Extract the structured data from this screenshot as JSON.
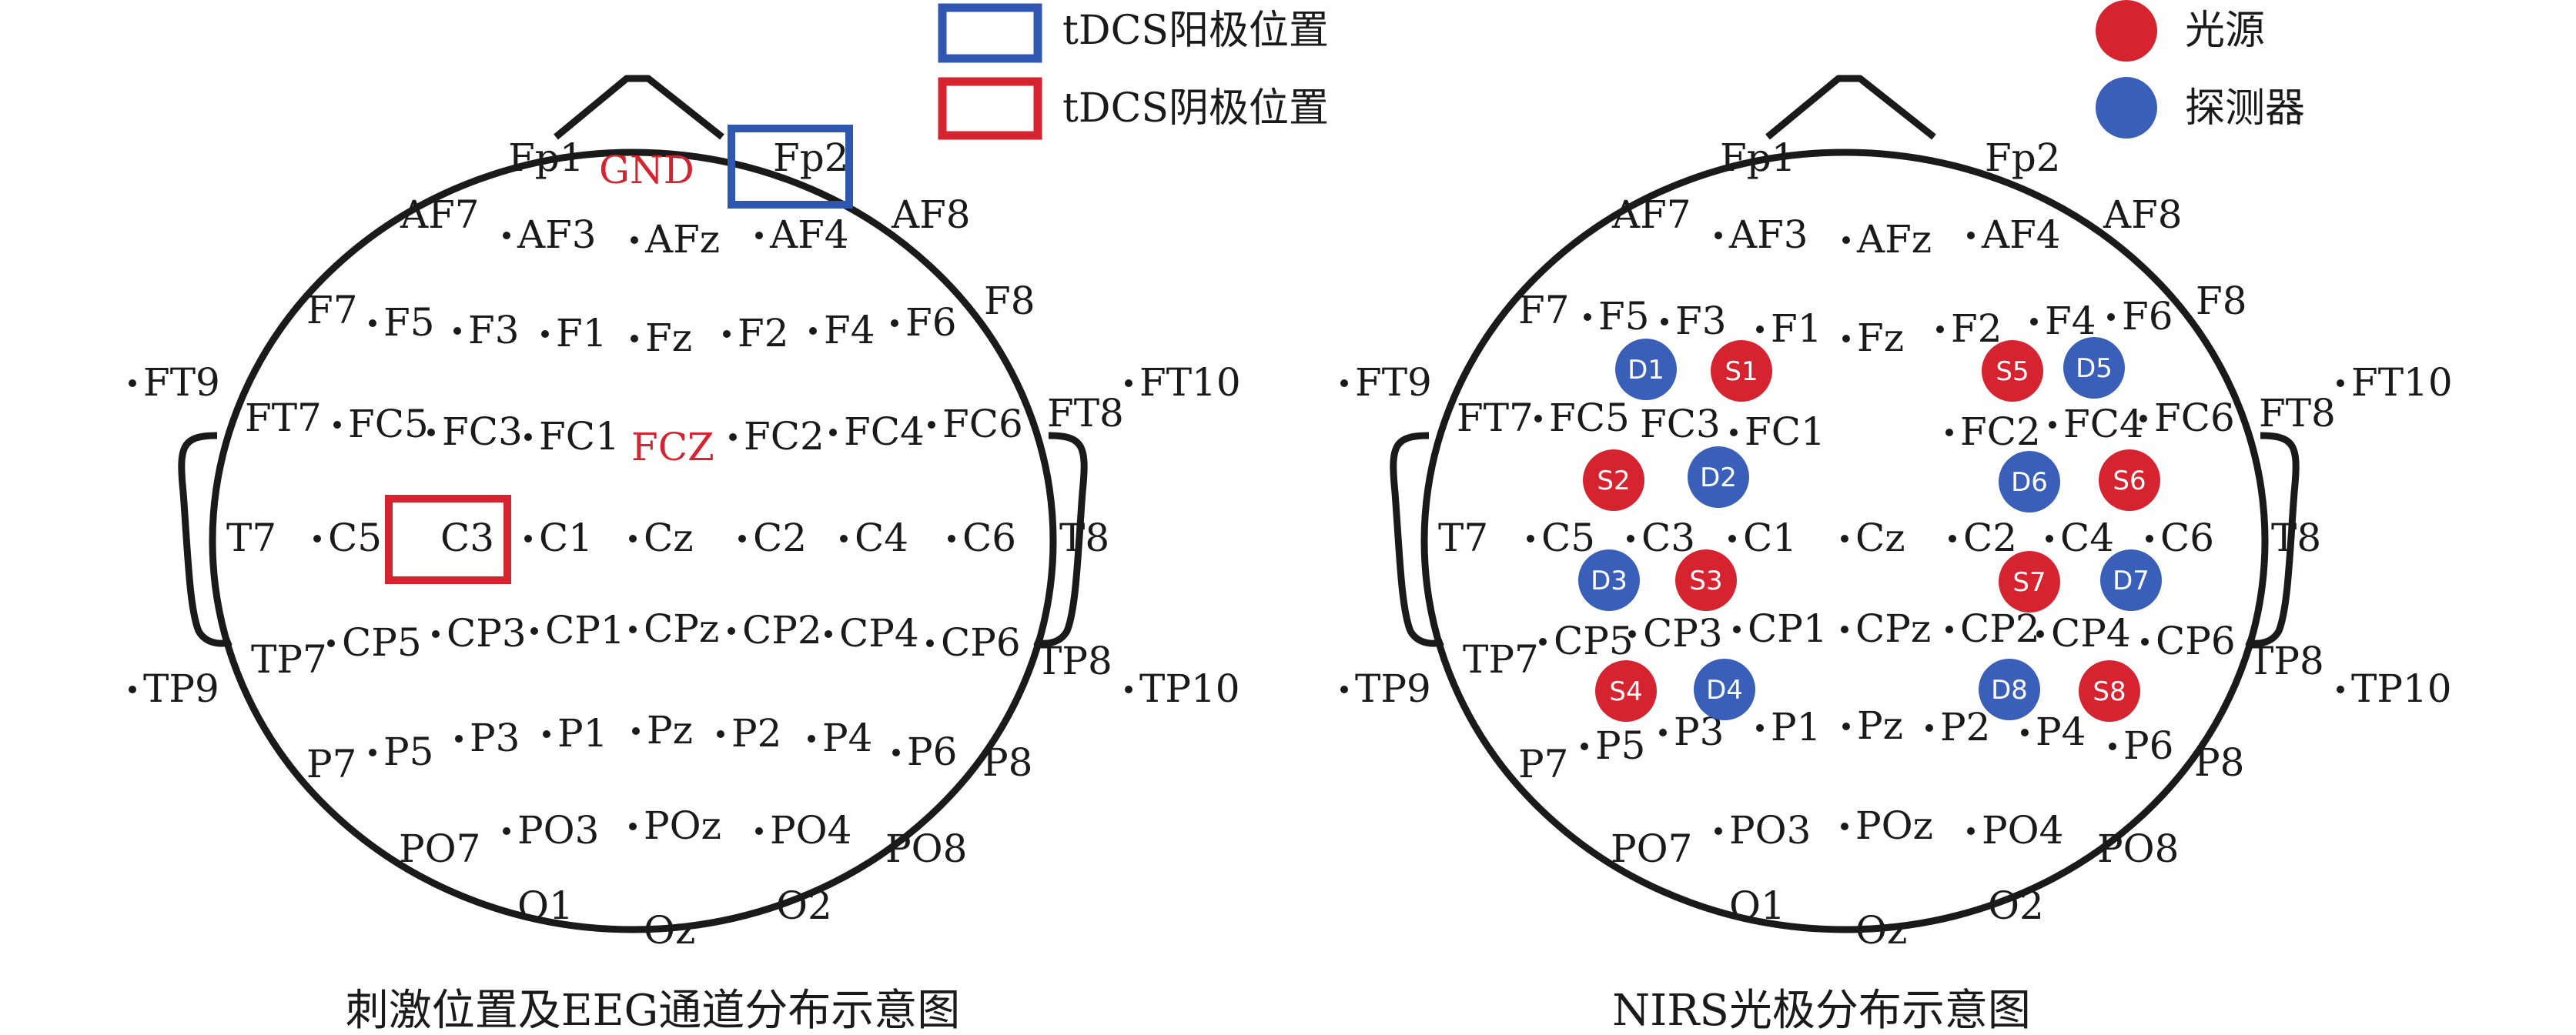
{
  "colors": {
    "outline": "#1a1a1a",
    "anode_box": "#2f56b0",
    "cathode_box": "#d62330",
    "source": "#d62330",
    "detector": "#3a5fb8",
    "ground_label": "#d62330"
  },
  "left_panel": {
    "caption": "刺激位置及EEG通道分布示意图",
    "legend": {
      "anode_label": "tDCS阳极位置",
      "cathode_label": "tDCS阴极位置"
    },
    "gnd_label": "GND",
    "ref_label": "FCZ",
    "anode_channel": "Fp2",
    "cathode_channel": "C3",
    "electrodes": [
      "Fp1",
      "Fp2",
      "AF7",
      "AF3",
      "AFz",
      "AF4",
      "AF8",
      "F7",
      "F5",
      "F3",
      "F1",
      "Fz",
      "F2",
      "F4",
      "F6",
      "F8",
      "FT9",
      "FT7",
      "FC5",
      "FC3",
      "FC1",
      "FC2",
      "FC4",
      "FC6",
      "FT8",
      "FT10",
      "T7",
      "C5",
      "C3",
      "C1",
      "Cz",
      "C2",
      "C4",
      "C6",
      "T8",
      "TP9",
      "TP7",
      "CP5",
      "CP3",
      "CP1",
      "CPz",
      "CP2",
      "CP4",
      "CP6",
      "TP8",
      "TP10",
      "P7",
      "P5",
      "P3",
      "P1",
      "Pz",
      "P2",
      "P4",
      "P6",
      "P8",
      "PO7",
      "PO3",
      "POz",
      "PO4",
      "PO8",
      "O1",
      "Oz",
      "O2"
    ]
  },
  "right_panel": {
    "caption": "NIRS光极分布示意图",
    "legend": {
      "source_label": "光源",
      "detector_label": "探测器"
    },
    "electrodes": [
      "Fp1",
      "Fp2",
      "AF7",
      "AF3",
      "AFz",
      "AF4",
      "AF8",
      "F7",
      "F5",
      "F3",
      "F1",
      "Fz",
      "F2",
      "F4",
      "F6",
      "F8",
      "FT9",
      "FT7",
      "FC5",
      "FC3",
      "FC1",
      "FC2",
      "FC4",
      "FC6",
      "FT8",
      "FT10",
      "T7",
      "C5",
      "C3",
      "C1",
      "Cz",
      "C2",
      "C4",
      "C6",
      "T8",
      "TP9",
      "TP7",
      "CP5",
      "CP3",
      "CP1",
      "CPz",
      "CP2",
      "CP4",
      "CP6",
      "TP8",
      "TP10",
      "P7",
      "P5",
      "P3",
      "P1",
      "Pz",
      "P2",
      "P4",
      "P6",
      "P8",
      "PO7",
      "PO3",
      "POz",
      "PO4",
      "PO8",
      "O1",
      "Oz",
      "O2"
    ],
    "sources": [
      "S1",
      "S2",
      "S3",
      "S4",
      "S5",
      "S6",
      "S7",
      "S8"
    ],
    "detectors": [
      "D1",
      "D2",
      "D3",
      "D4",
      "D5",
      "D6",
      "D7",
      "D8"
    ]
  }
}
